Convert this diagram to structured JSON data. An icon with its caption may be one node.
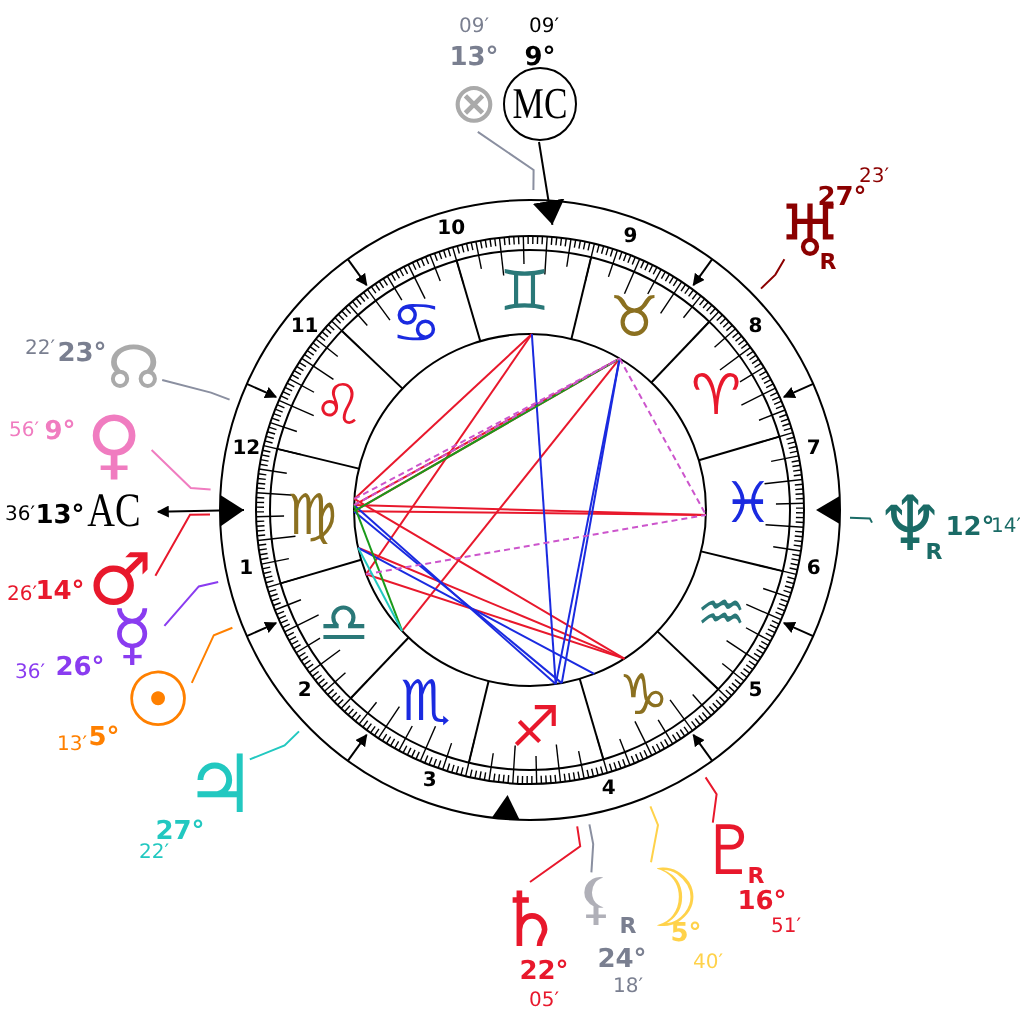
{
  "diagram": {
    "nodes": [
      {
        "text": [
          "09′",
          "13°",
          "⊗"
        ]
      },
      {
        "text": [
          "09′",
          "9°",
          "MC"
        ]
      },
      {
        "text": [
          "23′",
          "27°",
          "♅",
          "R"
        ]
      },
      {
        "text": [
          "22′",
          "23°",
          "☊"
        ]
      },
      {
        "text": [
          "56′",
          "9°",
          "♀"
        ]
      },
      {
        "text": [
          "36′",
          "13°",
          "AC"
        ]
      },
      {
        "text": [
          "♆",
          "12°",
          "14′",
          "R"
        ]
      },
      {
        "text": [
          "26′",
          "14°",
          "♂"
        ]
      },
      {
        "text": [
          "☿",
          "36′",
          "26°"
        ]
      },
      {
        "text": [
          "☉",
          "13′",
          "5°"
        ]
      },
      {
        "text": [
          "♃",
          "27°",
          "22′"
        ]
      },
      {
        "text": [
          "♇",
          "R",
          "16°",
          "51′"
        ]
      },
      {
        "text": [
          "♄",
          "22°",
          "05′"
        ]
      },
      {
        "text": [
          "⚸",
          "R",
          "24°",
          "18′"
        ]
      },
      {
        "text": [
          "☽",
          "5°",
          "40′"
        ]
      }
    ],
    "edges": [
      {
        "from": 0,
        "to": null,
        "arrow": "none",
        "color": "#8a8fa0"
      },
      {
        "from": 1,
        "to": null,
        "arrow": "to",
        "color": "#000000"
      },
      {
        "from": 2,
        "to": null,
        "arrow": "none",
        "color": "#8b0000"
      },
      {
        "from": 3,
        "to": null,
        "arrow": "none",
        "color": "#8a8fa0"
      },
      {
        "from": 4,
        "to": null,
        "arrow": "none",
        "color": "#f07cc0"
      },
      {
        "from": null,
        "to": 5,
        "arrow": "both",
        "color": "#000000"
      },
      {
        "from": 6,
        "to": null,
        "arrow": "none",
        "color": "#1a6b66"
      },
      {
        "from": 7,
        "to": null,
        "arrow": "none",
        "color": "#e8182c"
      },
      {
        "from": 8,
        "to": null,
        "arrow": "none",
        "color": "#8a3cf0"
      },
      {
        "from": 9,
        "to": null,
        "arrow": "none",
        "color": "#ff8000"
      },
      {
        "from": 10,
        "to": null,
        "arrow": "none",
        "color": "#22c8c0"
      },
      {
        "from": 11,
        "to": null,
        "arrow": "none",
        "color": "#e8182c"
      },
      {
        "from": 12,
        "to": null,
        "arrow": "none",
        "color": "#e8182c"
      },
      {
        "from": 13,
        "to": null,
        "arrow": "none",
        "color": "#8a8fa0"
      },
      {
        "from": 14,
        "to": null,
        "arrow": "none",
        "color": "#ffd24a"
      }
    ],
    "labels": [
      "1",
      "2",
      "3",
      "4",
      "5",
      "6",
      "7",
      "8",
      "9",
      "10",
      "11",
      "12",
      "♈",
      "♉",
      "♊",
      "♋",
      "♌",
      "♍",
      "♎",
      "♏",
      "♐",
      "♑",
      "♒",
      "♓"
    ]
  }
}
